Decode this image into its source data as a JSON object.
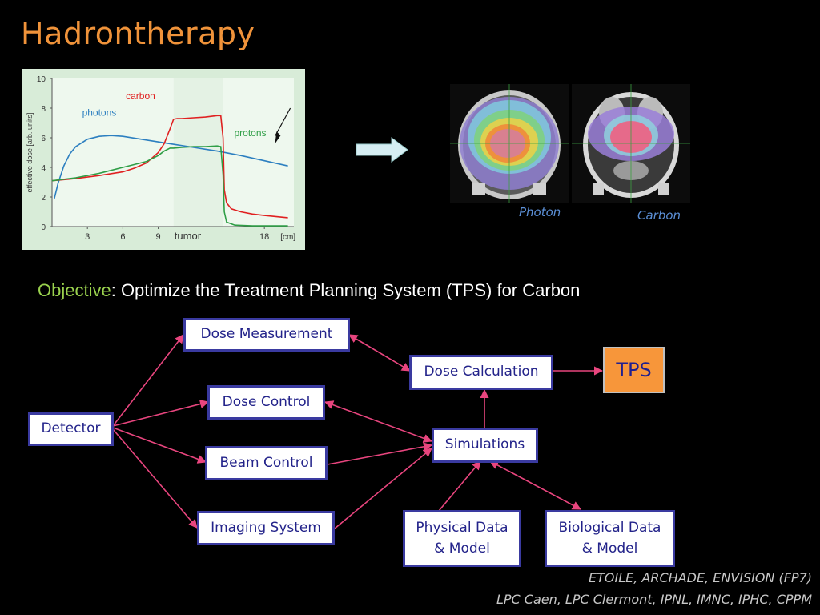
{
  "slide": {
    "title": "Hadrontherapy",
    "objective_key": "Objective",
    "objective_rest": ": Optimize the Treatment Planning System (TPS) for Carbon",
    "credits": [
      "ETOILE, ARCHADE, ENVISION (FP7)",
      "LPC Caen, LPC Clermont, IPNL, IMNC, IPHC, CPPM"
    ]
  },
  "images": {
    "photon_label": "Photon",
    "carbon_label": "Carbon"
  },
  "colors": {
    "title": "#f0933a",
    "objective_key": "#9ad24e",
    "node_border": "#3a3aa0",
    "node_text": "#23238a",
    "tps_fill": "#f7963a",
    "link": "#e8457e",
    "photons": "#2c7fc0",
    "carbon": "#e02020",
    "protons": "#2f9e46"
  },
  "chart_data": {
    "type": "line",
    "xlabel": "tumor",
    "xunit": "[cm]",
    "ylabel": "effective dose [arb. units]",
    "x_ticks": [
      3,
      6,
      9,
      18
    ],
    "y_ticks": [
      0,
      2,
      4,
      6,
      8,
      10
    ],
    "xlim": [
      0,
      20.5
    ],
    "ylim": [
      0,
      10
    ],
    "grid": false,
    "tumor_region": [
      10.3,
      14.5
    ],
    "series": [
      {
        "name": "photons",
        "color": "#2c7fc0",
        "x": [
          0.2,
          0.5,
          1,
          1.5,
          2,
          3,
          4,
          5,
          6,
          8,
          10,
          12,
          14,
          16,
          18,
          20
        ],
        "y": [
          1.9,
          2.9,
          4.1,
          4.9,
          5.4,
          5.9,
          6.1,
          6.15,
          6.1,
          5.85,
          5.6,
          5.35,
          5.1,
          4.8,
          4.45,
          4.1
        ]
      },
      {
        "name": "carbon",
        "color": "#e02020",
        "x": [
          0,
          2,
          4,
          6,
          7,
          8,
          9,
          9.5,
          10,
          10.3,
          10.6,
          11,
          12,
          13,
          14,
          14.3,
          14.5,
          14.6,
          14.8,
          15.2,
          16,
          17,
          18,
          20
        ],
        "y": [
          3.1,
          3.25,
          3.45,
          3.7,
          3.95,
          4.3,
          5.0,
          5.6,
          6.6,
          7.25,
          7.3,
          7.3,
          7.35,
          7.4,
          7.5,
          7.5,
          6.0,
          2.5,
          1.6,
          1.2,
          1.0,
          0.85,
          0.75,
          0.6
        ]
      },
      {
        "name": "protons",
        "color": "#2f9e46",
        "x": [
          0,
          2,
          4,
          6,
          8,
          9,
          9.5,
          10,
          10.3,
          11,
          12,
          13,
          14,
          14.3,
          14.5,
          14.6,
          14.8,
          15.5,
          17,
          20
        ],
        "y": [
          3.1,
          3.3,
          3.6,
          4.0,
          4.4,
          4.8,
          5.1,
          5.3,
          5.3,
          5.35,
          5.4,
          5.4,
          5.45,
          5.4,
          3.5,
          1.0,
          0.3,
          0.1,
          0.05,
          0.05
        ]
      }
    ],
    "series_labels": [
      "photons",
      "carbon",
      "protons"
    ]
  },
  "diagram": {
    "nodes": {
      "detector": "Detector",
      "dose_measurement": "Dose Measurement",
      "dose_control": "Dose Control",
      "beam_control": "Beam Control",
      "imaging_system": "Imaging System",
      "dose_calculation": "Dose Calculation",
      "simulations": "Simulations",
      "tps": "TPS",
      "physical_data": [
        "Physical Data",
        "& Model"
      ],
      "biological_data": [
        "Biological Data",
        "& Model"
      ]
    },
    "edges": [
      {
        "from": "detector",
        "to": "dose_measurement",
        "kind": "one-way"
      },
      {
        "from": "detector",
        "to": "dose_control",
        "kind": "one-way"
      },
      {
        "from": "detector",
        "to": "beam_control",
        "kind": "one-way"
      },
      {
        "from": "detector",
        "to": "imaging_system",
        "kind": "one-way"
      },
      {
        "from": "dose_measurement",
        "to": "dose_calculation",
        "kind": "two-way"
      },
      {
        "from": "dose_control",
        "to": "simulations",
        "kind": "two-way"
      },
      {
        "from": "beam_control",
        "to": "simulations",
        "kind": "one-way"
      },
      {
        "from": "imaging_system",
        "to": "simulations",
        "kind": "one-way"
      },
      {
        "from": "simulations",
        "to": "dose_calculation",
        "kind": "one-way"
      },
      {
        "from": "dose_calculation",
        "to": "tps",
        "kind": "one-way"
      },
      {
        "from": "physical_data",
        "to": "simulations",
        "kind": "one-way"
      },
      {
        "from": "biological_data",
        "to": "simulations",
        "kind": "two-way"
      }
    ]
  }
}
